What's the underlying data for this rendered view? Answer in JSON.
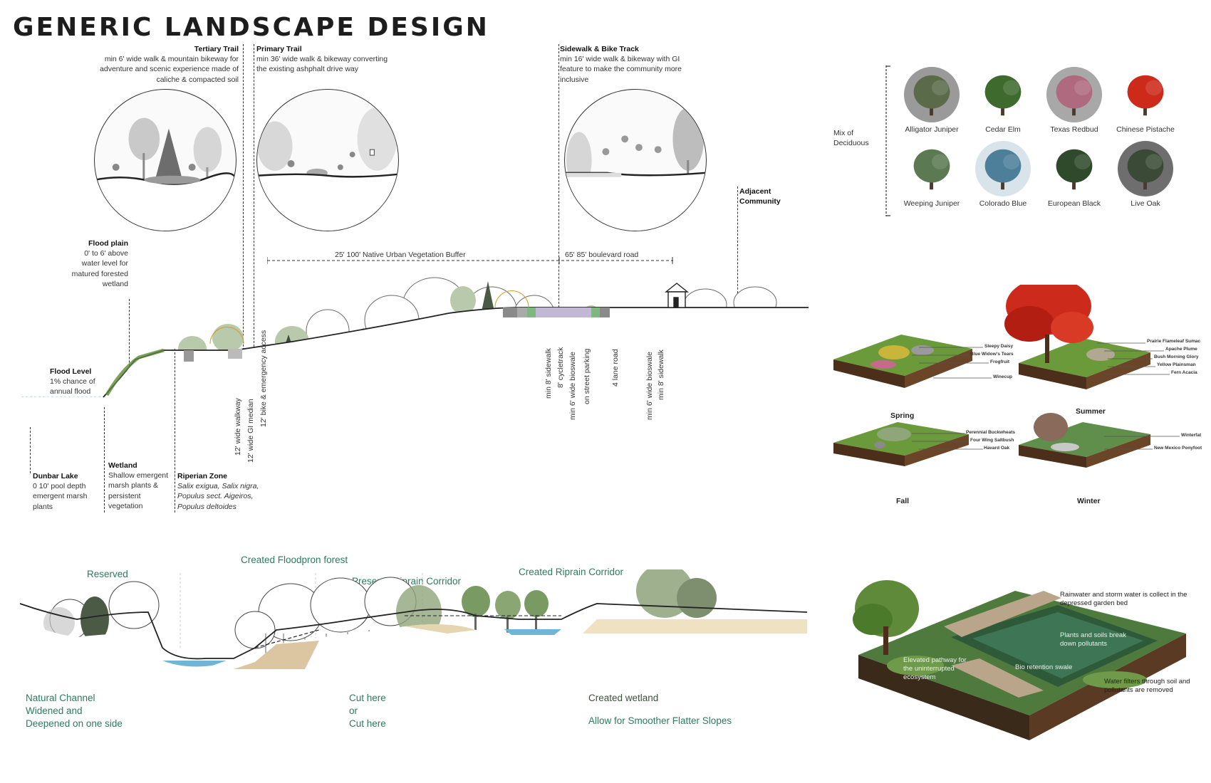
{
  "title": "GENERIC LANDSCAPE DESIGN",
  "trails": {
    "tertiary": {
      "name": "Tertiary Trail",
      "desc": "min 6' wide walk & mountain bikeway for adventure and scenic experience made of caliche & compacted soil"
    },
    "primary": {
      "name": "Primary Trail",
      "desc": "min 36' wide walk & bikeway converting the existing ashphalt drive way"
    },
    "sidewalk": {
      "name": "Sidewalk & Bike Track",
      "desc": "min 16' wide walk & bikeway with GI feature to make the community more inclusive"
    }
  },
  "section": {
    "flood_plain": {
      "name": "Flood plain",
      "desc": "0' to 6' above water level for matured forested wetland"
    },
    "flood_level": {
      "name": "Flood Level",
      "desc": "1% chance of annual flood"
    },
    "adjacent": {
      "name": "Adjacent Community"
    },
    "buffer_dim": "25'   100' Native Urban Vegetation Buffer",
    "road_dim": "65'   85' boulevard road",
    "dunbar": {
      "name": "Dunbar Lake",
      "desc": "0   10' pool depth emergent marsh plants"
    },
    "wetland": {
      "name": "Wetland",
      "desc": "Shallow emergent marsh plants & persistent vegetation"
    },
    "riparian": {
      "name": "Riperian Zone",
      "desc": "Salix exigua, Salix nigra, Populus sect. Aigeiros, Populus deltoides"
    },
    "trail_labels": [
      "12' wide walkway",
      "12' wide GI median",
      "12' bike & emergency access"
    ],
    "road_labels": [
      "min 8' sidewalk",
      "8' cycletrack",
      "min 6' wide bioswale",
      "on street parking",
      "4 lane road",
      "min 6' wide bioswale",
      "min 8' sidewalk"
    ]
  },
  "trees": {
    "mix_label": "Mix of Deciduous",
    "items": [
      {
        "name": "Alligator Juniper",
        "color": "#5b6b4a",
        "bg": "#9a9a9a"
      },
      {
        "name": "Cedar Elm",
        "color": "#3f6a2e",
        "bg": "#ffffff"
      },
      {
        "name": "Texas Redbud",
        "color": "#b06a80",
        "bg": "#a8a8a8"
      },
      {
        "name": "Chinese Pistache",
        "color": "#cc2a1a",
        "bg": "#ffffff"
      },
      {
        "name": "Weeping Juniper",
        "color": "#5c7a52",
        "bg": "#ffffff"
      },
      {
        "name": "Colorado Blue",
        "color": "#4d7f9a",
        "bg": "#d9e4ea"
      },
      {
        "name": "European Black",
        "color": "#2f4a2a",
        "bg": "#ffffff"
      },
      {
        "name": "Live Oak",
        "color": "#3b4a36",
        "bg": "#6e6e6e"
      }
    ]
  },
  "seasons": {
    "spring": {
      "name": "Spring",
      "plants": [
        "Sleepy Daisy",
        "Blue Widow's Tears",
        "Frogfruit",
        "Winecup"
      ]
    },
    "summer": {
      "name": "Summer",
      "plants": [
        "Prairie Flameleaf Sumac",
        "Apache Plume",
        "Bush Morning Glory",
        "Yellow Plainsman",
        "Fern Acacia"
      ]
    },
    "fall": {
      "name": "Fall",
      "plants": [
        "Perennial Buckwheats",
        "Four Wing Saltbush",
        "Havard Oak"
      ]
    },
    "winter": {
      "name": "Winter",
      "plants": [
        "Winterfat",
        "New Mexico Ponyfoot"
      ]
    }
  },
  "grading": {
    "reserved": "Reserved",
    "floodplain_forest": "Created Floodpron forest",
    "preserve": "Preserve Riprain Corridor",
    "created_riparian": "Created Riprain Corridor",
    "natural_channel": [
      "Natural Channel",
      "Widened and",
      "Deepened on one side"
    ],
    "cut_here": [
      "Cut here",
      "or",
      "Cut here"
    ],
    "created_wetland": "Created wetland",
    "smoother": "Allow for Smoother Flatter Slopes"
  },
  "bioswale": {
    "rainwater": "Rainwater and storm water is collect in the depressed garden bed",
    "plants_soils": "Plants and soils break down pollutants",
    "elevated": "Elevated pathway for the uninterrupted ecosystem",
    "bioretention": "Bio retention swale",
    "filters": "Water filters through soil and pollutants are removed"
  },
  "colors": {
    "water": "#6fb6d6",
    "green_label": "#2d7a5f",
    "grass": "#5c8a3a",
    "soil": "#5a3a22",
    "sand": "#e6d6b0"
  }
}
